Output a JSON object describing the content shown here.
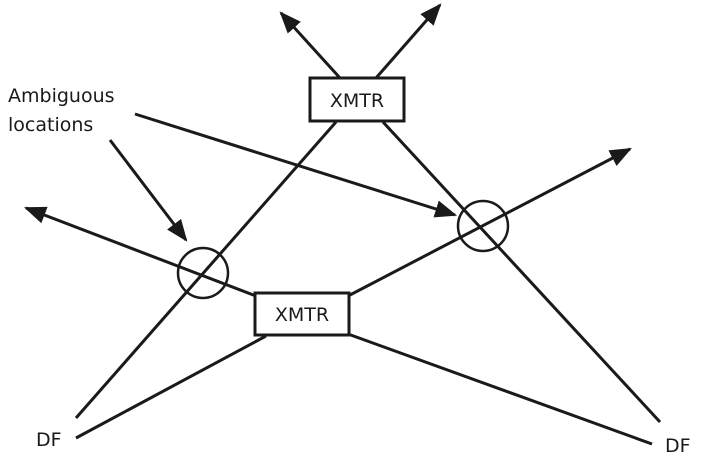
{
  "diagram": {
    "title": "",
    "annotation": {
      "line1": "Ambiguous",
      "line2": "locations"
    },
    "transmitters": [
      {
        "id": "xmtr-top",
        "label": "XMTR"
      },
      {
        "id": "xmtr-bottom",
        "label": "XMTR"
      }
    ],
    "direction_finders": [
      {
        "id": "df-left",
        "label": "DF"
      },
      {
        "id": "df-right",
        "label": "DF"
      }
    ],
    "ambiguous_points": 2,
    "colors": {
      "stroke": "#1a1a1a",
      "background": "#ffffff"
    }
  }
}
